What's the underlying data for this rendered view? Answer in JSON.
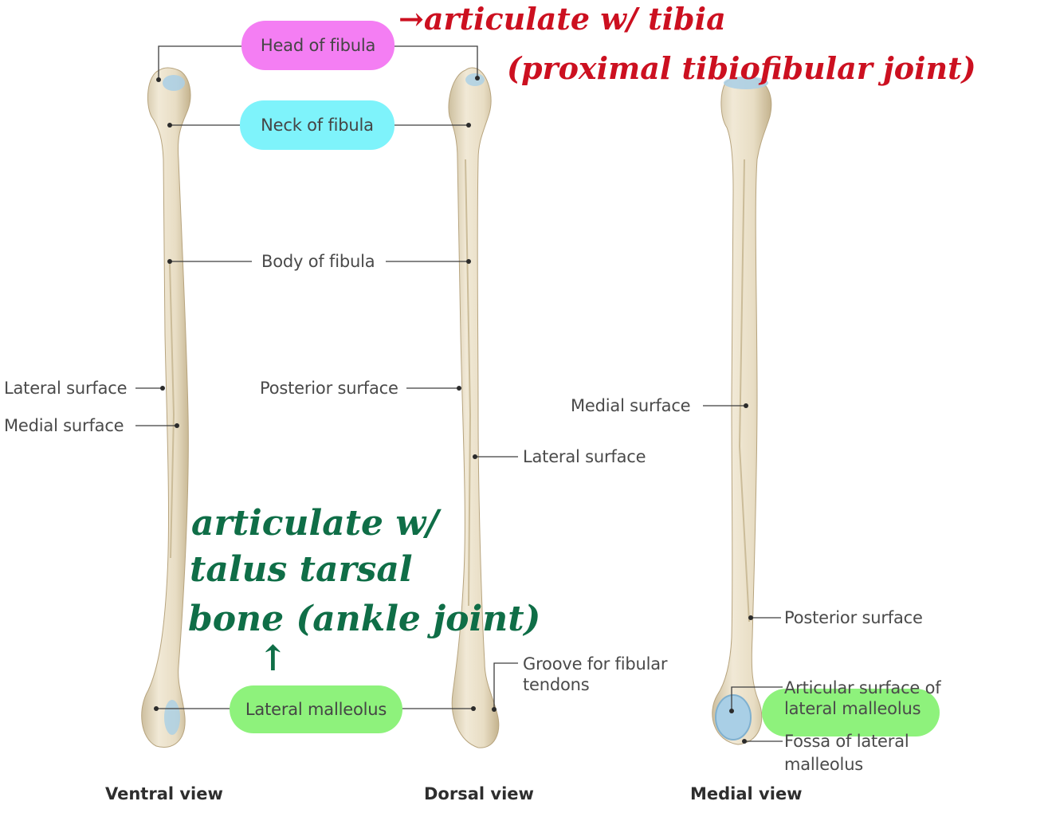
{
  "colors": {
    "head_highlight": "#f47ef3",
    "neck_highlight": "#7ef3fb",
    "malleolus_highlight": "#8ef27c",
    "note_red": "#cc1020",
    "note_green": "#0f6e47",
    "bone": "#e9dfc8",
    "bone_shade": "#c9b995",
    "cartilage": "#a9cfe6"
  },
  "labels": {
    "head_of_fibula": "Head of fibula",
    "neck_of_fibula": "Neck of fibula",
    "body_of_fibula": "Body of fibula",
    "ventral_lateral_surface": "Lateral surface",
    "ventral_medial_surface": "Medial surface",
    "dorsal_posterior_surface": "Posterior surface",
    "dorsal_lateral_surface": "Lateral surface",
    "groove_line1": "Groove for fibular",
    "groove_line2": "tendons",
    "lateral_malleolus": "Lateral malleolus",
    "medial_medial_surface": "Medial surface",
    "medial_posterior_surface": "Posterior surface",
    "articular_line1": "Articular surface of",
    "articular_line2": "lateral malleolus",
    "fossa_line1": "Fossa of lateral",
    "fossa_line2": "malleolus"
  },
  "views": {
    "ventral": "Ventral view",
    "dorsal": "Dorsal view",
    "medial": "Medial view"
  },
  "annotations": {
    "red_line1": "→articulate w/ tibia",
    "red_line2": "(proximal tibiofibular joint)",
    "green_line1": "articulate w/",
    "green_line2": "talus tarsal",
    "green_line3": "bone (ankle joint)",
    "green_arrow": "↑"
  },
  "icons": {
    "leader_dot": "dot-marker"
  }
}
